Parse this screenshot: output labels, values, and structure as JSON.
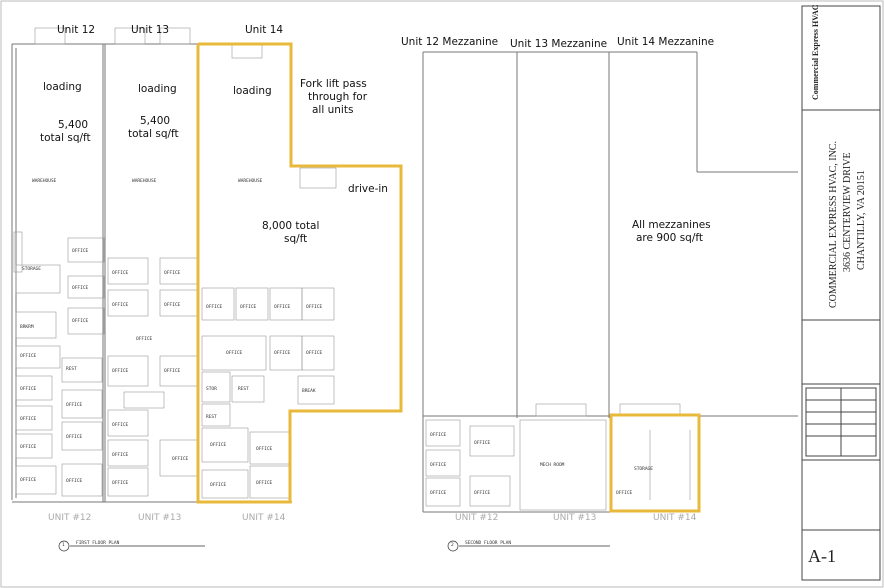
{
  "first_floor": {
    "unit12_title": "Unit 12",
    "unit13_title": "Unit 13",
    "unit14_title": "Unit 14",
    "loading12": "loading",
    "loading13": "loading",
    "loading14": "loading",
    "area12_line1": "5,400",
    "area12_line2": "total sq/ft",
    "area13_line1": "5,400",
    "area13_line2": "total sq/ft",
    "area14_line1": "8,000 total",
    "area14_line2": "sq/ft",
    "forklift_line1": "Fork lift pass",
    "forklift_line2": "through for",
    "forklift_line3": "all units",
    "drivein": "drive-in",
    "unit12_bottom": "UNIT #12",
    "unit13_bottom": "UNIT #13",
    "unit14_bottom": "UNIT #14",
    "plan_title": "FIRST FLOOR PLAN",
    "plan_num": "1"
  },
  "second_floor": {
    "unit12_title": "Unit 12 Mezzanine",
    "unit13_title": "Unit 13 Mezzanine",
    "unit14_title": "Unit 14 Mezzanine",
    "mezz_line1": "All mezzanines",
    "mezz_line2": "are 900 sq/ft",
    "unit12_bottom": "UNIT #12",
    "unit13_bottom": "UNIT #13",
    "unit14_bottom": "UNIT #14",
    "plan_title": "SECOND FLOOR PLAN",
    "plan_num": "2"
  },
  "title_block": {
    "logo_line1": "Commercial Express HVAC",
    "company_line1": "COMMERCIAL EXPRESS HVAC, INC.",
    "company_line2": "3636 CENTERVIEW DRIVE",
    "company_line3": "CHANTILLY, VA 20151",
    "sheet_number": "A-1"
  },
  "colors": {
    "highlight": "#e8b93a",
    "walls": "#777777"
  }
}
